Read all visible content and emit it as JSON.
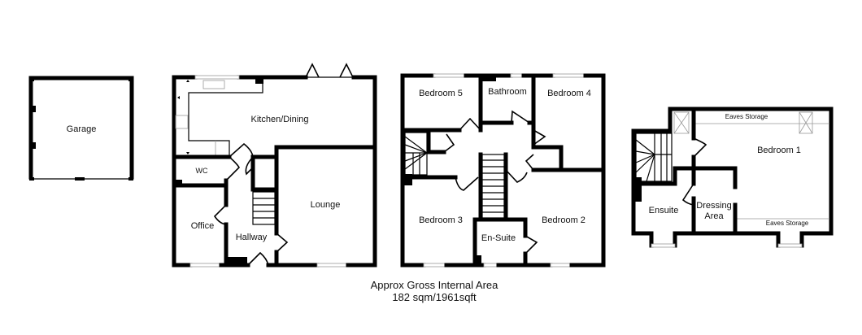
{
  "plan": {
    "floors": [
      {
        "name": "garage",
        "rooms": [
          {
            "label": "Garage"
          }
        ]
      },
      {
        "name": "ground-floor",
        "rooms": [
          {
            "label": "Kitchen/Dining"
          },
          {
            "label": "WC"
          },
          {
            "label": "Office"
          },
          {
            "label": "Hallway"
          },
          {
            "label": "Lounge"
          }
        ]
      },
      {
        "name": "first-floor",
        "rooms": [
          {
            "label": "Bedroom 5"
          },
          {
            "label": "Bathroom"
          },
          {
            "label": "Bedroom 4"
          },
          {
            "label": "Bedroom 3"
          },
          {
            "label": "En-Suite"
          },
          {
            "label": "Bedroom 2"
          }
        ]
      },
      {
        "name": "second-floor",
        "rooms": [
          {
            "label": "Bedroom 1"
          },
          {
            "label": "Eaves Storage"
          },
          {
            "label": "Eaves Storage"
          },
          {
            "label": "Ensuite"
          },
          {
            "label": "Dressing"
          },
          {
            "label": "Area"
          }
        ]
      }
    ],
    "area": {
      "title": "Approx Gross Internal Area",
      "value": "182 sqm/1961sqft"
    }
  }
}
